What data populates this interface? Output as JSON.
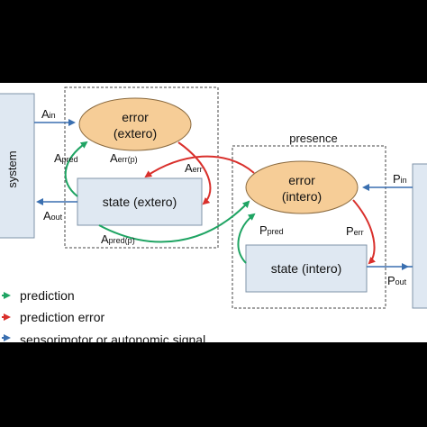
{
  "colors": {
    "prediction": "#1fa463",
    "error": "#d9302c",
    "signal": "#3a6fb0",
    "box_fill": "#dfe8f2",
    "box_stroke": "#7f93a8",
    "ellipse_fill": "#f6cd97",
    "ellipse_stroke": "#8a6a3f"
  },
  "blocks": {
    "system": "system",
    "state_extero": "state (extero)",
    "state_intero": "state (intero)",
    "error_extero_line1": "error",
    "error_extero_line2": "(extero)",
    "error_intero_line1": "error",
    "error_intero_line2": "(intero)",
    "presence": "presence"
  },
  "signals": {
    "a_in": {
      "base": "A",
      "sub": "in"
    },
    "a_out": {
      "base": "A",
      "sub": "out"
    },
    "a_pred": {
      "base": "A",
      "sub": "pred"
    },
    "a_err_p": {
      "base": "A",
      "sub": "err(p)"
    },
    "a_err": {
      "base": "A",
      "sub": "err"
    },
    "a_pred_p": {
      "base": "A",
      "sub": "pred(p)"
    },
    "p_in": {
      "base": "P",
      "sub": "in"
    },
    "p_out": {
      "base": "P",
      "sub": "out"
    },
    "p_pred": {
      "base": "P",
      "sub": "pred"
    },
    "p_err": {
      "base": "P",
      "sub": "err"
    }
  },
  "legend": [
    {
      "label": "prediction",
      "color_key": "prediction"
    },
    {
      "label": "prediction error",
      "color_key": "error"
    },
    {
      "label": "sensorimotor or autonomic signal",
      "color_key": "signal"
    }
  ]
}
